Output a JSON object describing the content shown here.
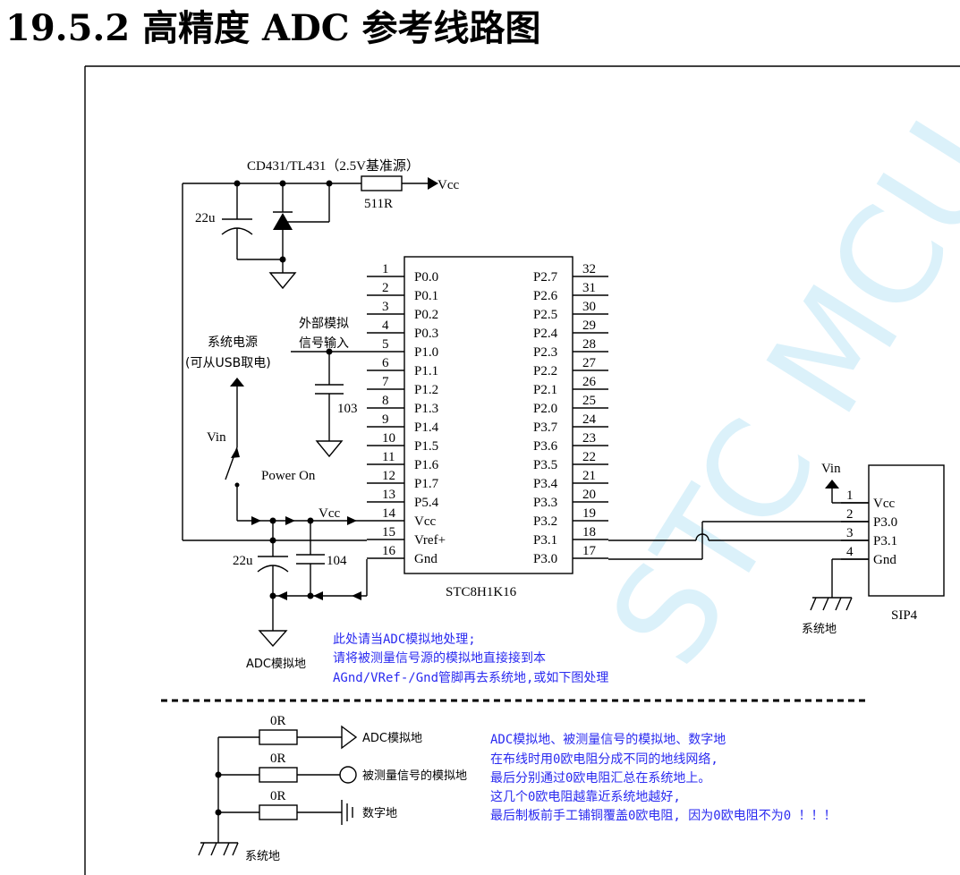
{
  "title": "19.5.2  高精度 ADC 参考线路图",
  "watermark": "STC MCU",
  "reference": {
    "part": "CD431/TL431（2.5V基准源）",
    "cap": "22u",
    "resistor": "511R",
    "vcc": "Vcc"
  },
  "chip": {
    "name": "STC8H1K16",
    "left_pins": [
      {
        "num": "1",
        "label": "P0.0"
      },
      {
        "num": "2",
        "label": "P0.1"
      },
      {
        "num": "3",
        "label": "P0.2"
      },
      {
        "num": "4",
        "label": "P0.3"
      },
      {
        "num": "5",
        "label": "P1.0"
      },
      {
        "num": "6",
        "label": "P1.1"
      },
      {
        "num": "7",
        "label": "P1.2"
      },
      {
        "num": "8",
        "label": "P1.3"
      },
      {
        "num": "9",
        "label": "P1.4"
      },
      {
        "num": "10",
        "label": "P1.5"
      },
      {
        "num": "11",
        "label": "P1.6"
      },
      {
        "num": "12",
        "label": "P1.7"
      },
      {
        "num": "13",
        "label": "P5.4"
      },
      {
        "num": "14",
        "label": "Vcc"
      },
      {
        "num": "15",
        "label": "Vref+"
      },
      {
        "num": "16",
        "label": "Gnd"
      }
    ],
    "right_pins": [
      {
        "num": "32",
        "label": "P2.7"
      },
      {
        "num": "31",
        "label": "P2.6"
      },
      {
        "num": "30",
        "label": "P2.5"
      },
      {
        "num": "29",
        "label": "P2.4"
      },
      {
        "num": "28",
        "label": "P2.3"
      },
      {
        "num": "27",
        "label": "P2.2"
      },
      {
        "num": "26",
        "label": "P2.1"
      },
      {
        "num": "25",
        "label": "P2.0"
      },
      {
        "num": "24",
        "label": "P3.7"
      },
      {
        "num": "23",
        "label": "P3.6"
      },
      {
        "num": "22",
        "label": "P3.5"
      },
      {
        "num": "21",
        "label": "P3.4"
      },
      {
        "num": "20",
        "label": "P3.3"
      },
      {
        "num": "19",
        "label": "P3.2"
      },
      {
        "num": "18",
        "label": "P3.1"
      },
      {
        "num": "17",
        "label": "P3.0"
      }
    ]
  },
  "input": {
    "label_line1": "外部模拟",
    "label_line2": "信号输入",
    "cap": "103"
  },
  "power": {
    "label_line1": "系统电源",
    "label_line2": "(可从USB取电)",
    "vin": "Vin",
    "switch_label": "Power On",
    "vcc": "Vcc",
    "cap1": "22u",
    "cap2": "104",
    "ground_label": "ADC模拟地"
  },
  "connector": {
    "name": "SIP4",
    "vin": "Vin",
    "ground_label": "系统地",
    "pins": [
      {
        "num": "1",
        "label": "Vcc"
      },
      {
        "num": "2",
        "label": "P3.0"
      },
      {
        "num": "3",
        "label": "P3.1"
      },
      {
        "num": "4",
        "label": "Gnd"
      }
    ]
  },
  "note_top": [
    "此处请当ADC模拟地处理;",
    "请将被测量信号源的模拟地直接接到本",
    "AGnd/VRef-/Gnd管脚再去系统地,或如下图处理"
  ],
  "bottom": {
    "resistors": [
      "0R",
      "0R",
      "0R"
    ],
    "adc_ground": "ADC模拟地",
    "signal_ground": "被测量信号的模拟地",
    "digital_ground": "数字地",
    "system_ground": "系统地"
  },
  "note_bottom": [
    "ADC模拟地、被测量信号的模拟地、数字地",
    "在布线时用0欧电阻分成不同的地线网络,",
    "最后分别通过0欧电阻汇总在系统地上。",
    "这几个0欧电阻越靠近系统地越好,",
    "最后制板前手工铺铜覆盖0欧电阻, 因为0欧电阻不为0 ！！！"
  ]
}
